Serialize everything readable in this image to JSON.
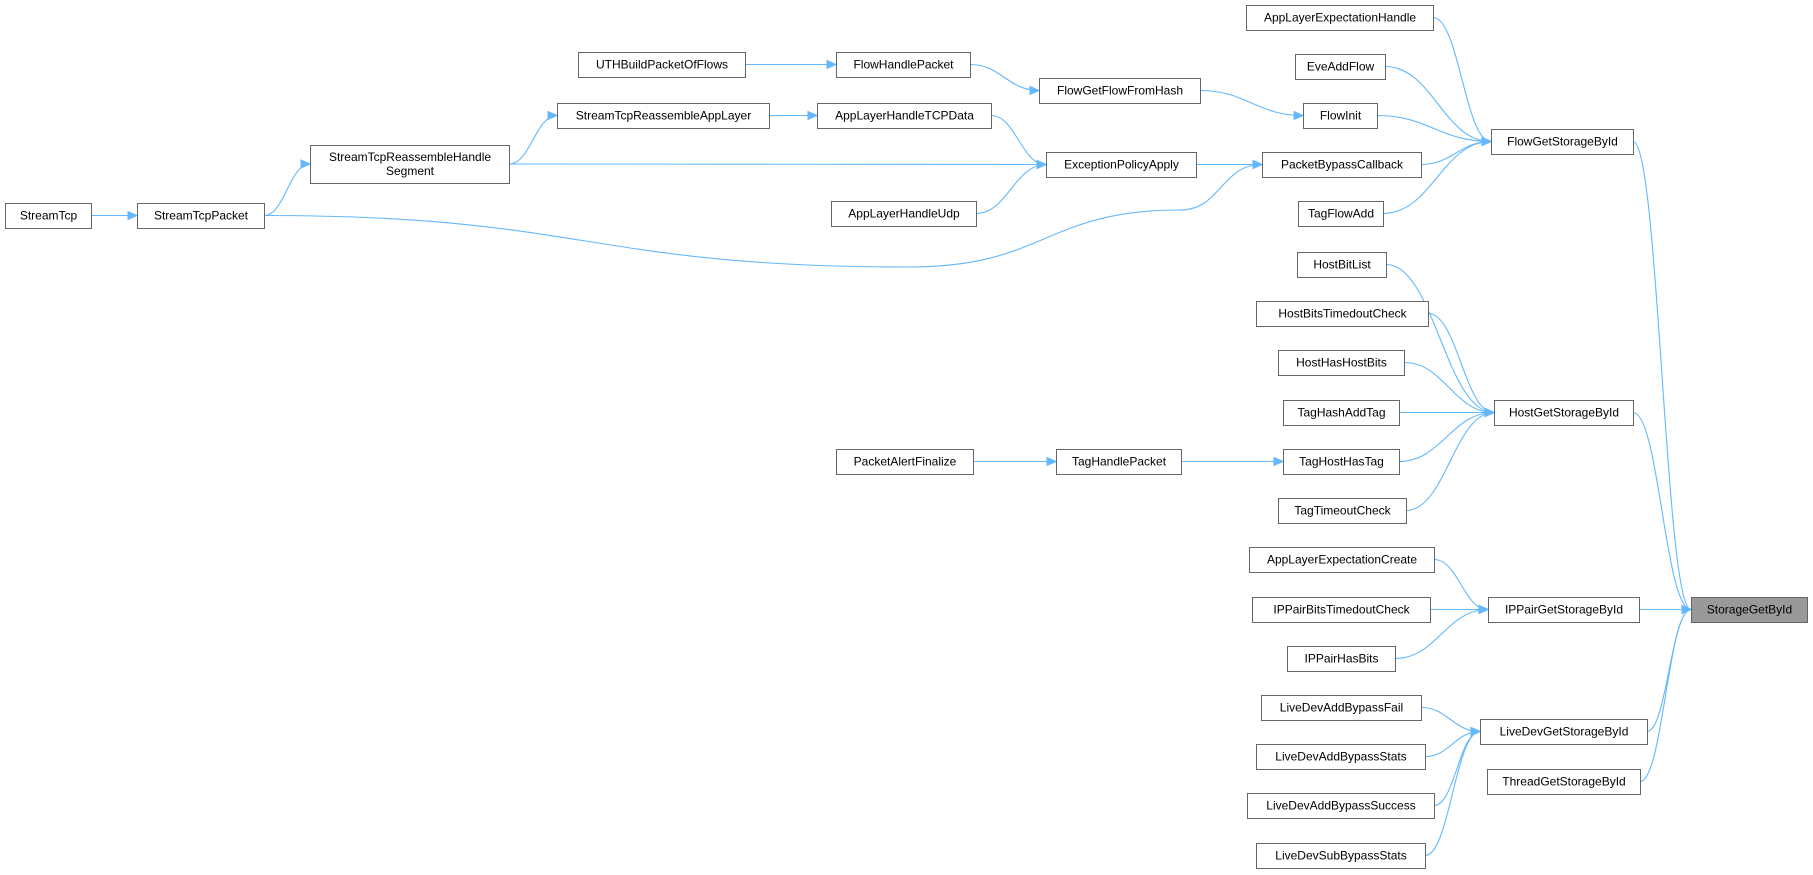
{
  "graph": {
    "focus_node": "StorageGetById",
    "nodes": [
      {
        "id": "StorageGetById",
        "label": "StorageGetById",
        "highlight": true
      },
      {
        "id": "FlowGetStorageById",
        "label": "FlowGetStorageById"
      },
      {
        "id": "HostGetStorageById",
        "label": "HostGetStorageById"
      },
      {
        "id": "IPPairGetStorageById",
        "label": "IPPairGetStorageById"
      },
      {
        "id": "LiveDevGetStorageById",
        "label": "LiveDevGetStorageById"
      },
      {
        "id": "ThreadGetStorageById",
        "label": "ThreadGetStorageById"
      },
      {
        "id": "AppLayerExpectationHandle",
        "label": "AppLayerExpectationHandle"
      },
      {
        "id": "EveAddFlow",
        "label": "EveAddFlow"
      },
      {
        "id": "FlowInit",
        "label": "FlowInit"
      },
      {
        "id": "PacketBypassCallback",
        "label": "PacketBypassCallback"
      },
      {
        "id": "TagFlowAdd",
        "label": "TagFlowAdd"
      },
      {
        "id": "FlowGetFlowFromHash",
        "label": "FlowGetFlowFromHash"
      },
      {
        "id": "FlowHandlePacket",
        "label": "FlowHandlePacket"
      },
      {
        "id": "UTHBuildPacketOfFlows",
        "label": "UTHBuildPacketOfFlows"
      },
      {
        "id": "ExceptionPolicyApply",
        "label": "ExceptionPolicyApply"
      },
      {
        "id": "AppLayerHandleTCPData",
        "label": "AppLayerHandleTCPData"
      },
      {
        "id": "AppLayerHandleUdp",
        "label": "AppLayerHandleUdp"
      },
      {
        "id": "StreamTcpReassembleAppLayer",
        "label": "StreamTcpReassembleAppLayer"
      },
      {
        "id": "StreamTcpReassembleHandleSegment",
        "label": [
          "StreamTcpReassembleHandle",
          "Segment"
        ]
      },
      {
        "id": "StreamTcpPacket",
        "label": "StreamTcpPacket"
      },
      {
        "id": "StreamTcp",
        "label": "StreamTcp"
      },
      {
        "id": "HostBitList",
        "label": "HostBitList"
      },
      {
        "id": "HostBitsTimedoutCheck",
        "label": "HostBitsTimedoutCheck"
      },
      {
        "id": "HostHasHostBits",
        "label": "HostHasHostBits"
      },
      {
        "id": "TagHashAddTag",
        "label": "TagHashAddTag"
      },
      {
        "id": "TagHostHasTag",
        "label": "TagHostHasTag"
      },
      {
        "id": "TagTimeoutCheck",
        "label": "TagTimeoutCheck"
      },
      {
        "id": "TagHandlePacket",
        "label": "TagHandlePacket"
      },
      {
        "id": "PacketAlertFinalize",
        "label": "PacketAlertFinalize"
      },
      {
        "id": "AppLayerExpectationCreate",
        "label": "AppLayerExpectationCreate"
      },
      {
        "id": "IPPairBitsTimedoutCheck",
        "label": "IPPairBitsTimedoutCheck"
      },
      {
        "id": "IPPairHasBits",
        "label": "IPPairHasBits"
      },
      {
        "id": "LiveDevAddBypassFail",
        "label": "LiveDevAddBypassFail"
      },
      {
        "id": "LiveDevAddBypassStats",
        "label": "LiveDevAddBypassStats"
      },
      {
        "id": "LiveDevAddBypassSuccess",
        "label": "LiveDevAddBypassSuccess"
      },
      {
        "id": "LiveDevSubBypassStats",
        "label": "LiveDevSubBypassStats"
      }
    ],
    "edges": [
      {
        "from": "FlowGetStorageById",
        "to": "StorageGetById"
      },
      {
        "from": "HostGetStorageById",
        "to": "StorageGetById"
      },
      {
        "from": "IPPairGetStorageById",
        "to": "StorageGetById"
      },
      {
        "from": "LiveDevGetStorageById",
        "to": "StorageGetById"
      },
      {
        "from": "ThreadGetStorageById",
        "to": "StorageGetById"
      },
      {
        "from": "AppLayerExpectationHandle",
        "to": "FlowGetStorageById"
      },
      {
        "from": "EveAddFlow",
        "to": "FlowGetStorageById"
      },
      {
        "from": "FlowInit",
        "to": "FlowGetStorageById"
      },
      {
        "from": "PacketBypassCallback",
        "to": "FlowGetStorageById"
      },
      {
        "from": "TagFlowAdd",
        "to": "FlowGetStorageById"
      },
      {
        "from": "FlowGetFlowFromHash",
        "to": "FlowInit"
      },
      {
        "from": "FlowHandlePacket",
        "to": "FlowGetFlowFromHash"
      },
      {
        "from": "UTHBuildPacketOfFlows",
        "to": "FlowHandlePacket"
      },
      {
        "from": "ExceptionPolicyApply",
        "to": "PacketBypassCallback"
      },
      {
        "from": "StreamTcpPacket",
        "to": "PacketBypassCallback"
      },
      {
        "from": "AppLayerHandleTCPData",
        "to": "ExceptionPolicyApply"
      },
      {
        "from": "AppLayerHandleUdp",
        "to": "ExceptionPolicyApply"
      },
      {
        "from": "StreamTcpReassembleHandleSegment",
        "to": "ExceptionPolicyApply"
      },
      {
        "from": "StreamTcpReassembleAppLayer",
        "to": "AppLayerHandleTCPData"
      },
      {
        "from": "StreamTcpReassembleHandleSegment",
        "to": "StreamTcpReassembleAppLayer"
      },
      {
        "from": "StreamTcpPacket",
        "to": "StreamTcpReassembleHandleSegment"
      },
      {
        "from": "StreamTcp",
        "to": "StreamTcpPacket"
      },
      {
        "from": "HostBitList",
        "to": "HostGetStorageById"
      },
      {
        "from": "HostBitsTimedoutCheck",
        "to": "HostGetStorageById"
      },
      {
        "from": "HostHasHostBits",
        "to": "HostGetStorageById"
      },
      {
        "from": "TagHashAddTag",
        "to": "HostGetStorageById"
      },
      {
        "from": "TagHostHasTag",
        "to": "HostGetStorageById"
      },
      {
        "from": "TagTimeoutCheck",
        "to": "HostGetStorageById"
      },
      {
        "from": "TagHandlePacket",
        "to": "TagHostHasTag"
      },
      {
        "from": "PacketAlertFinalize",
        "to": "TagHandlePacket"
      },
      {
        "from": "AppLayerExpectationCreate",
        "to": "IPPairGetStorageById"
      },
      {
        "from": "IPPairBitsTimedoutCheck",
        "to": "IPPairGetStorageById"
      },
      {
        "from": "IPPairHasBits",
        "to": "IPPairGetStorageById"
      },
      {
        "from": "LiveDevAddBypassFail",
        "to": "LiveDevGetStorageById"
      },
      {
        "from": "LiveDevAddBypassStats",
        "to": "LiveDevGetStorageById"
      },
      {
        "from": "LiveDevAddBypassSuccess",
        "to": "LiveDevGetStorageById"
      },
      {
        "from": "LiveDevSubBypassStats",
        "to": "LiveDevGetStorageById"
      }
    ]
  },
  "colors": {
    "edge": "#63b8ff",
    "node_border": "#666666",
    "node_fill": "#ffffff",
    "focus_fill": "#999999",
    "text": "#000000"
  }
}
